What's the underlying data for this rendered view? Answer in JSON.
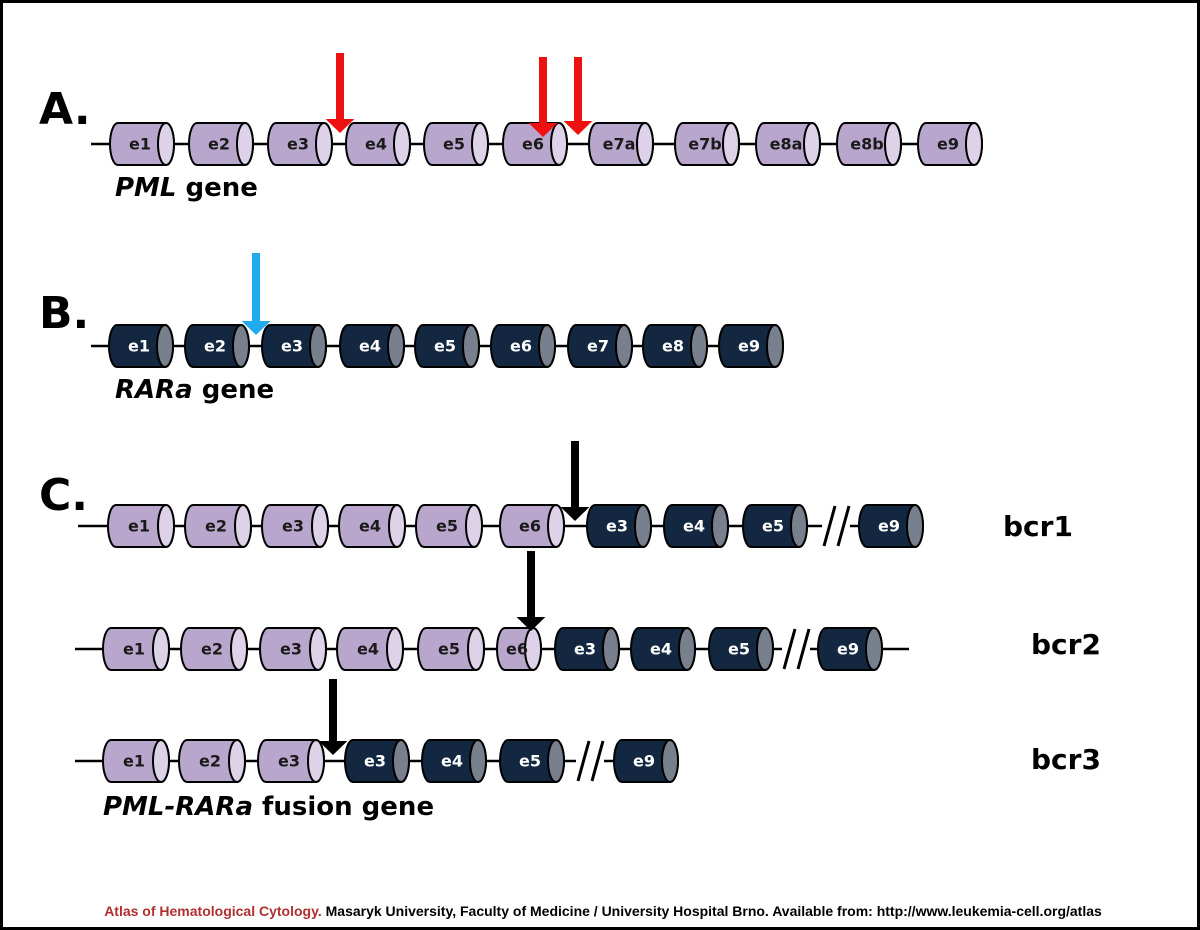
{
  "colors": {
    "pml_body": "#b9a6cc",
    "pml_cap": "#ddd2e8",
    "pml_text": "#1a1a1a",
    "rar_body": "#132740",
    "rar_cap": "#77808c",
    "rar_text": "#ffffff",
    "line": "#000000",
    "arrow_red": "#ee1111",
    "arrow_blue": "#22aaee",
    "arrow_black": "#000000",
    "footer_accent": "#b03030"
  },
  "sections": {
    "a": {
      "label": "A.",
      "gene_italic": "PML",
      "gene_suffix": " gene"
    },
    "b": {
      "label": "B.",
      "gene_italic": "RARa",
      "gene_suffix": " gene"
    },
    "c": {
      "label": "C.",
      "gene_italic": "PML-RARa",
      "gene_suffix": " fusion gene"
    }
  },
  "tracks": {
    "pml": [
      "e1",
      "e2",
      "e3",
      "e4",
      "e5",
      "e6",
      "e7a",
      "e7b",
      "e8a",
      "e8b",
      "e9"
    ],
    "rar": [
      "e1",
      "e2",
      "e3",
      "e4",
      "e5",
      "e6",
      "e7",
      "e8",
      "e9"
    ],
    "bcr1": {
      "label": "bcr1",
      "pml": [
        "e1",
        "e2",
        "e3",
        "e4",
        "e5",
        "e6"
      ],
      "rar": [
        "e3",
        "e4",
        "e5"
      ],
      "rar_after_break": [
        "e9"
      ]
    },
    "bcr2": {
      "label": "bcr2",
      "pml": [
        "e1",
        "e2",
        "e3",
        "e4",
        "e5",
        "e6"
      ],
      "rar": [
        "e3",
        "e4",
        "e5"
      ],
      "rar_after_break": [
        "e9"
      ]
    },
    "bcr3": {
      "label": "bcr3",
      "pml": [
        "e1",
        "e2",
        "e3"
      ],
      "rar": [
        "e3",
        "e4",
        "e5"
      ],
      "rar_after_break": [
        "e9"
      ]
    }
  },
  "footer": {
    "atlas": "Atlas of Hematological Cytology.",
    "rest": " Masaryk University, Faculty of Medicine / University Hospital Brno. Available from: http://www.leukemia-cell.org/atlas"
  }
}
